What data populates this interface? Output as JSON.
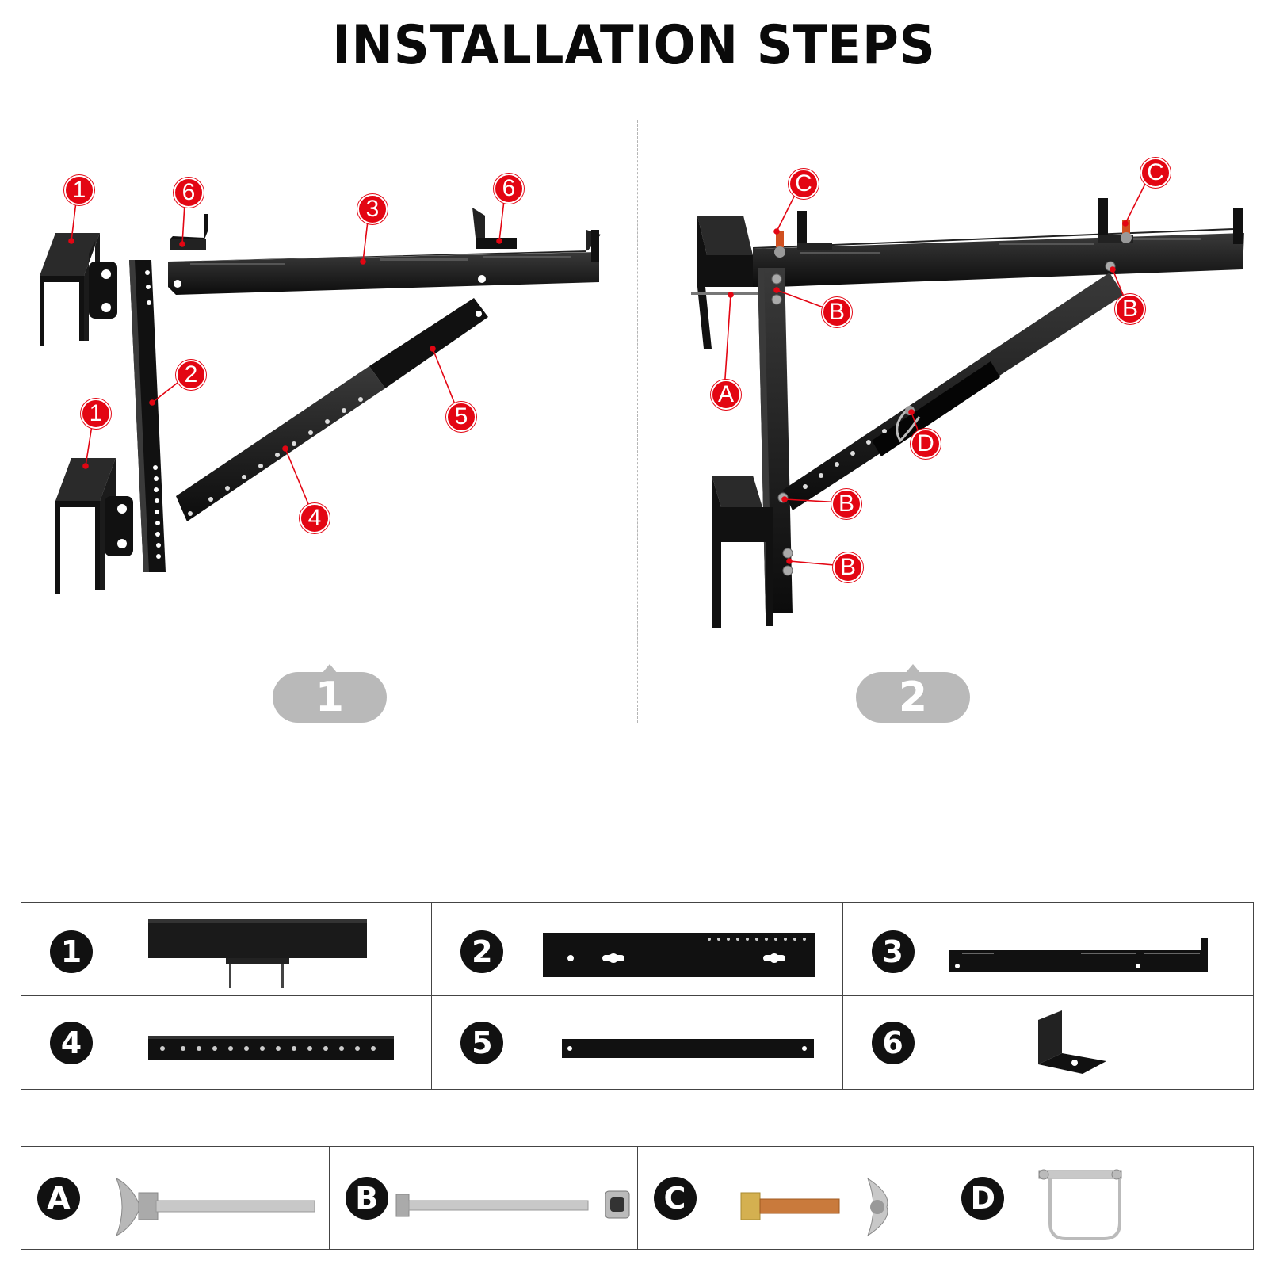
{
  "title": "INSTALLATION STEPS",
  "steps": [
    {
      "label": "1"
    },
    {
      "label": "2"
    }
  ],
  "step1_callouts": [
    "1",
    "6",
    "3",
    "6",
    "2",
    "5",
    "1",
    "4"
  ],
  "step2_callouts": [
    "C",
    "C",
    "B",
    "B",
    "A",
    "D",
    "B",
    "B"
  ],
  "parts": [
    {
      "label": "1",
      "icon": "wall-bracket-part-icon"
    },
    {
      "label": "2",
      "icon": "vertical-arm-part-icon"
    },
    {
      "label": "3",
      "icon": "top-arm-part-icon"
    },
    {
      "label": "4",
      "icon": "outer-tube-part-icon"
    },
    {
      "label": "5",
      "icon": "inner-tube-part-icon"
    },
    {
      "label": "6",
      "icon": "l-stop-part-icon"
    }
  ],
  "hardware": [
    {
      "label": "A",
      "icon": "wing-bolt-icon"
    },
    {
      "label": "B",
      "icon": "bolt-nut-icon"
    },
    {
      "label": "C",
      "icon": "bolt-wingnut-icon"
    },
    {
      "label": "D",
      "icon": "lynch-pin-icon"
    }
  ],
  "colors": {
    "callout": "#e30613",
    "metal": "#111111",
    "badge": "#b9b9b9"
  }
}
